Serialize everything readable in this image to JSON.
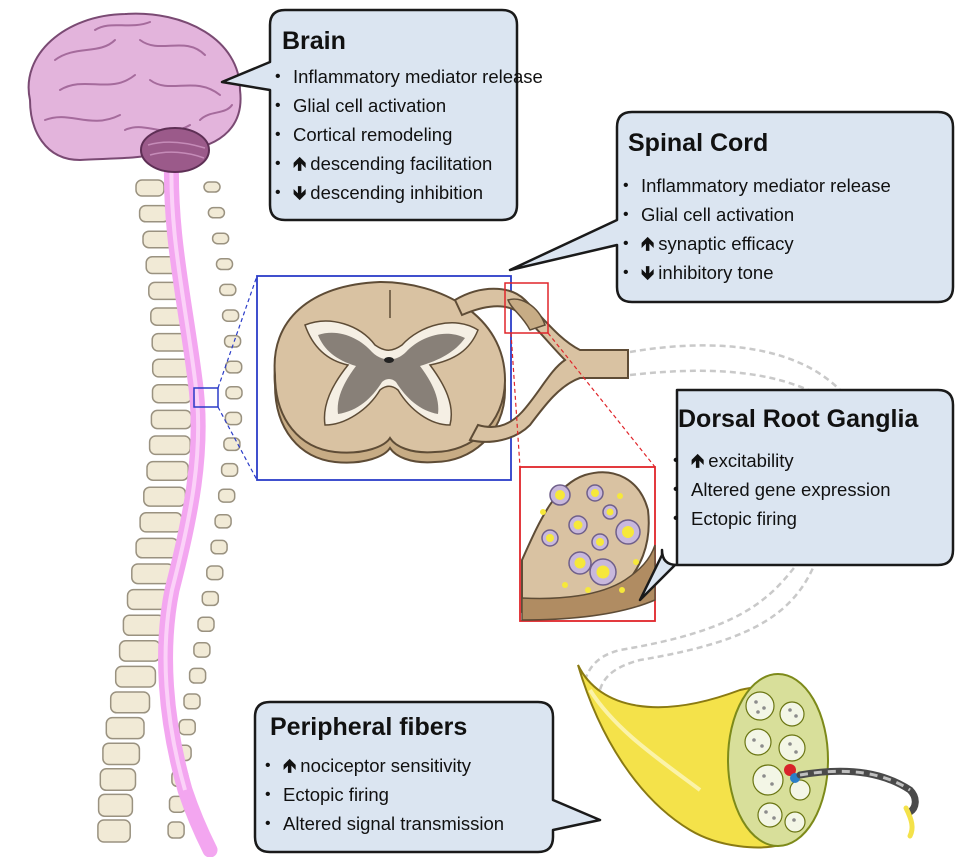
{
  "callouts": {
    "brain": {
      "title": "Brain",
      "items": [
        {
          "arrow": "",
          "text": "Inflammatory mediator release"
        },
        {
          "arrow": "",
          "text": "Glial cell activation"
        },
        {
          "arrow": "",
          "text": "Cortical remodeling"
        },
        {
          "arrow": "🡹",
          "text": "descending facilitation"
        },
        {
          "arrow": "🡻",
          "text": "descending inhibition"
        }
      ]
    },
    "spinal_cord": {
      "title": "Spinal Cord",
      "items": [
        {
          "arrow": "",
          "text": "Inflammatory mediator release"
        },
        {
          "arrow": "",
          "text": "Glial cell activation"
        },
        {
          "arrow": "🡹",
          "text": "synaptic efficacy"
        },
        {
          "arrow": "🡻",
          "text": "inhibitory tone"
        }
      ]
    },
    "drg": {
      "title": "Dorsal Root Ganglia",
      "items": [
        {
          "arrow": "🡹",
          "text": "excitability"
        },
        {
          "arrow": "",
          "text": "Altered gene expression"
        },
        {
          "arrow": "",
          "text": "Ectopic firing"
        }
      ]
    },
    "peripheral": {
      "title": "Peripheral fibers",
      "items": [
        {
          "arrow": "🡹",
          "text": "nociceptor sensitivity"
        },
        {
          "arrow": "",
          "text": "Ectopic firing"
        },
        {
          "arrow": "",
          "text": "Altered signal transmission"
        }
      ]
    }
  },
  "colors": {
    "callout_fill": "#dbe5f1",
    "callout_stroke": "#1a1a1a",
    "brain": "#e3b4dc",
    "cerebellum": "#9b5a8a",
    "spinal_cord": "#f3a6f0",
    "vertebra": "#f1ead6",
    "section_tan": "#d9c2a2",
    "gray_matter": "#888078",
    "zoom_blue": "#2b3cc8",
    "zoom_red": "#e0252a",
    "nerve_yellow": "#f4e24a"
  }
}
